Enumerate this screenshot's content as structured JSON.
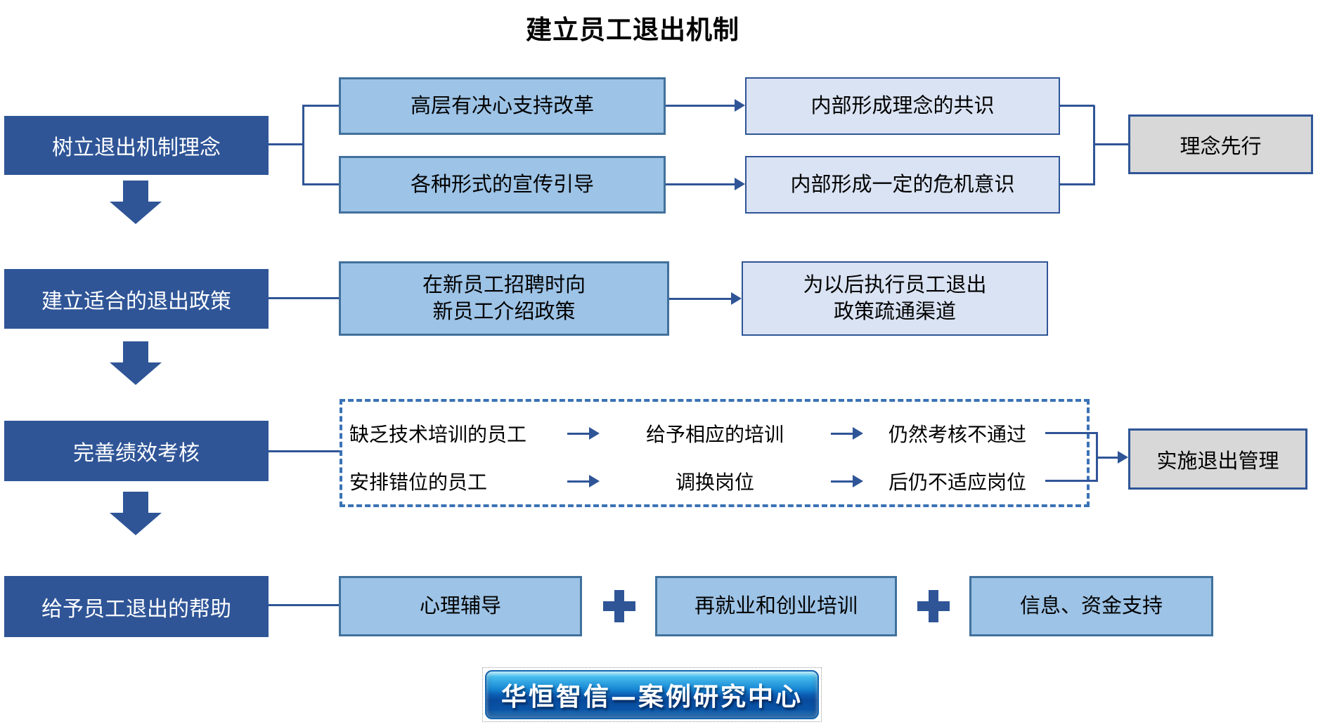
{
  "title": "建立员工退出机制",
  "flow": {
    "row1": {
      "stage": "树立退出机制理念",
      "branches": [
        {
          "step": "高层有决心支持改革",
          "result": "内部形成理念的共识"
        },
        {
          "step": "各种形式的宣传引导",
          "result": "内部形成一定的危机意识"
        }
      ],
      "outcome": "理念先行"
    },
    "row2": {
      "stage": "建立适合的退出政策",
      "step": {
        "line1": "在新员工招聘时向",
        "line2": "新员工介绍政策"
      },
      "result": {
        "line1": "为以后执行员工退出",
        "line2": "政策疏通渠道"
      }
    },
    "row3": {
      "stage": "完善绩效考核",
      "paths": [
        {
          "problem": "缺乏技术培训的员工",
          "action": "给予相应的培训",
          "consequence": "仍然考核不通过"
        },
        {
          "problem": "安排错位的员工",
          "action": "调换岗位",
          "consequence": "后仍不适应岗位"
        }
      ],
      "outcome": "实施退出管理"
    },
    "row4": {
      "stage": "给予员工退出的帮助",
      "options": [
        "心理辅导",
        "再就业和创业培训",
        "信息、资金支持"
      ]
    }
  },
  "footer": {
    "banner_text": "华恒智信—案例研究中心"
  },
  "colors": {
    "stage_fill": "#2F5597",
    "step_fill": "#9DC3E6",
    "step_border": "#41719C",
    "result_fill": "#DAE3F3",
    "result_border": "#2F5597",
    "outcome_fill": "#D8D8D8",
    "connector": "#2F5597",
    "dashed_border": "#3A72B5",
    "banner_top": "#9BE5F9",
    "banner_bottom": "#0A55A8"
  }
}
